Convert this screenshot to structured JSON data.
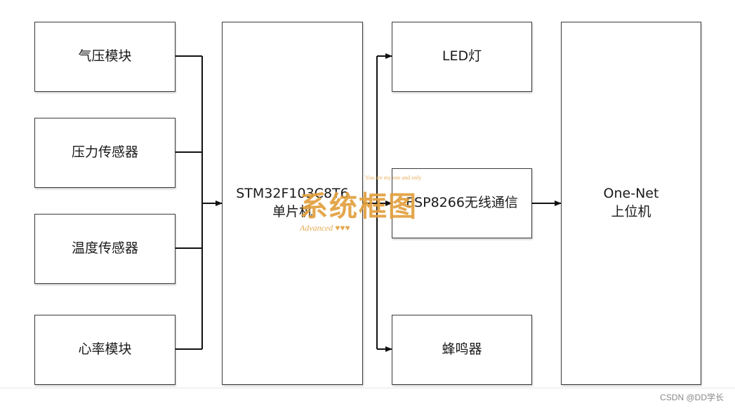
{
  "blocks": {
    "pressure_module": "气压模块",
    "pressure_sensor": "压力传感器",
    "temperature_sensor": "温度传感器",
    "heart_rate_module": "心率模块",
    "mcu": "STM32F103C8T6\n单片机",
    "led": "LED灯",
    "wifi": "ESP8266无线通信",
    "buzzer": "蜂鸣器",
    "host": "One-Net\n上位机"
  },
  "watermark": {
    "title": "系统框图",
    "subtitle": "You are my one and only",
    "advanced": "Advanced ♥♥♥"
  },
  "credit": "CSDN @DD学长",
  "colors": {
    "border": "#3a3a3a",
    "line": "#111111",
    "watermark": "#e2a03e"
  }
}
